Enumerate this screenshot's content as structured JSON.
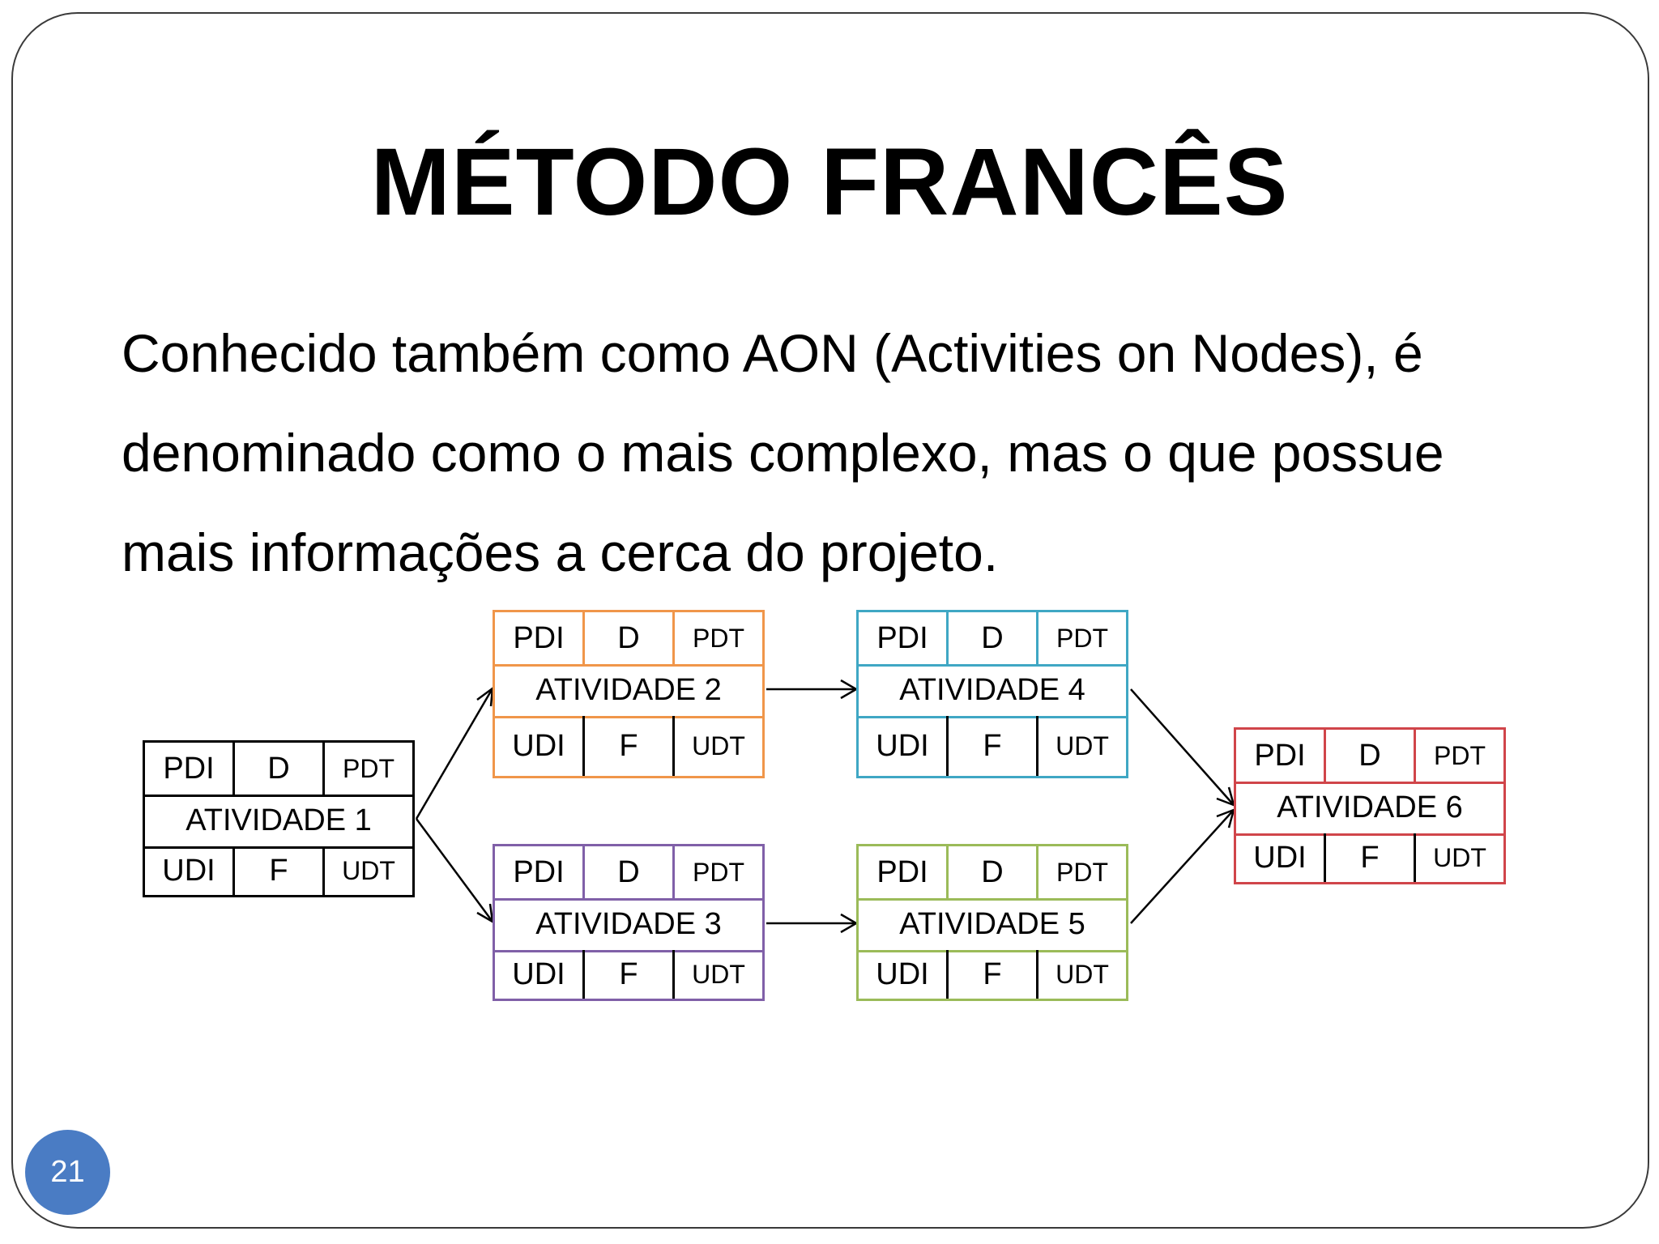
{
  "slide": {
    "title": "MÉTODO FRANCÊS",
    "paragraph_lines": [
      "Conhecido também como AON (Activities on Nodes), é",
      "denominado como o mais complexo, mas o que possue",
      "mais informações a cerca do projeto."
    ],
    "slide_number": "21"
  },
  "colors": {
    "frame": "#3a3a3a",
    "badge": "#4a7cc4",
    "node1": "#000000",
    "node2": "#f0964a",
    "node3": "#8060a8",
    "node4": "#3fa7c4",
    "node5": "#9bbb59",
    "node6": "#d0454a"
  },
  "diagram": {
    "nodes": [
      {
        "id": "n1",
        "name": "ATIVIDADE 1",
        "top": [
          "PDI",
          "D",
          "PDT"
        ],
        "bottom": [
          "UDI",
          "F",
          "UDT"
        ]
      },
      {
        "id": "n2",
        "name": "ATIVIDADE 2",
        "top": [
          "PDI",
          "D",
          "PDT"
        ],
        "bottom": [
          "UDI",
          "F",
          "UDT"
        ]
      },
      {
        "id": "n3",
        "name": "ATIVIDADE 3",
        "top": [
          "PDI",
          "D",
          "PDT"
        ],
        "bottom": [
          "UDI",
          "F",
          "UDT"
        ]
      },
      {
        "id": "n4",
        "name": "ATIVIDADE 4",
        "top": [
          "PDI",
          "D",
          "PDT"
        ],
        "bottom": [
          "UDI",
          "F",
          "UDT"
        ]
      },
      {
        "id": "n5",
        "name": "ATIVIDADE 5",
        "top": [
          "PDI",
          "D",
          "PDT"
        ],
        "bottom": [
          "UDI",
          "F",
          "UDT"
        ]
      },
      {
        "id": "n6",
        "name": "ATIVIDADE 6",
        "top": [
          "PDI",
          "D",
          "PDT"
        ],
        "bottom": [
          "UDI",
          "F",
          "UDT"
        ]
      }
    ],
    "edges": [
      {
        "from": "n1",
        "to": "n2"
      },
      {
        "from": "n1",
        "to": "n3"
      },
      {
        "from": "n2",
        "to": "n4"
      },
      {
        "from": "n3",
        "to": "n5"
      },
      {
        "from": "n4",
        "to": "n6"
      },
      {
        "from": "n5",
        "to": "n6"
      }
    ]
  }
}
